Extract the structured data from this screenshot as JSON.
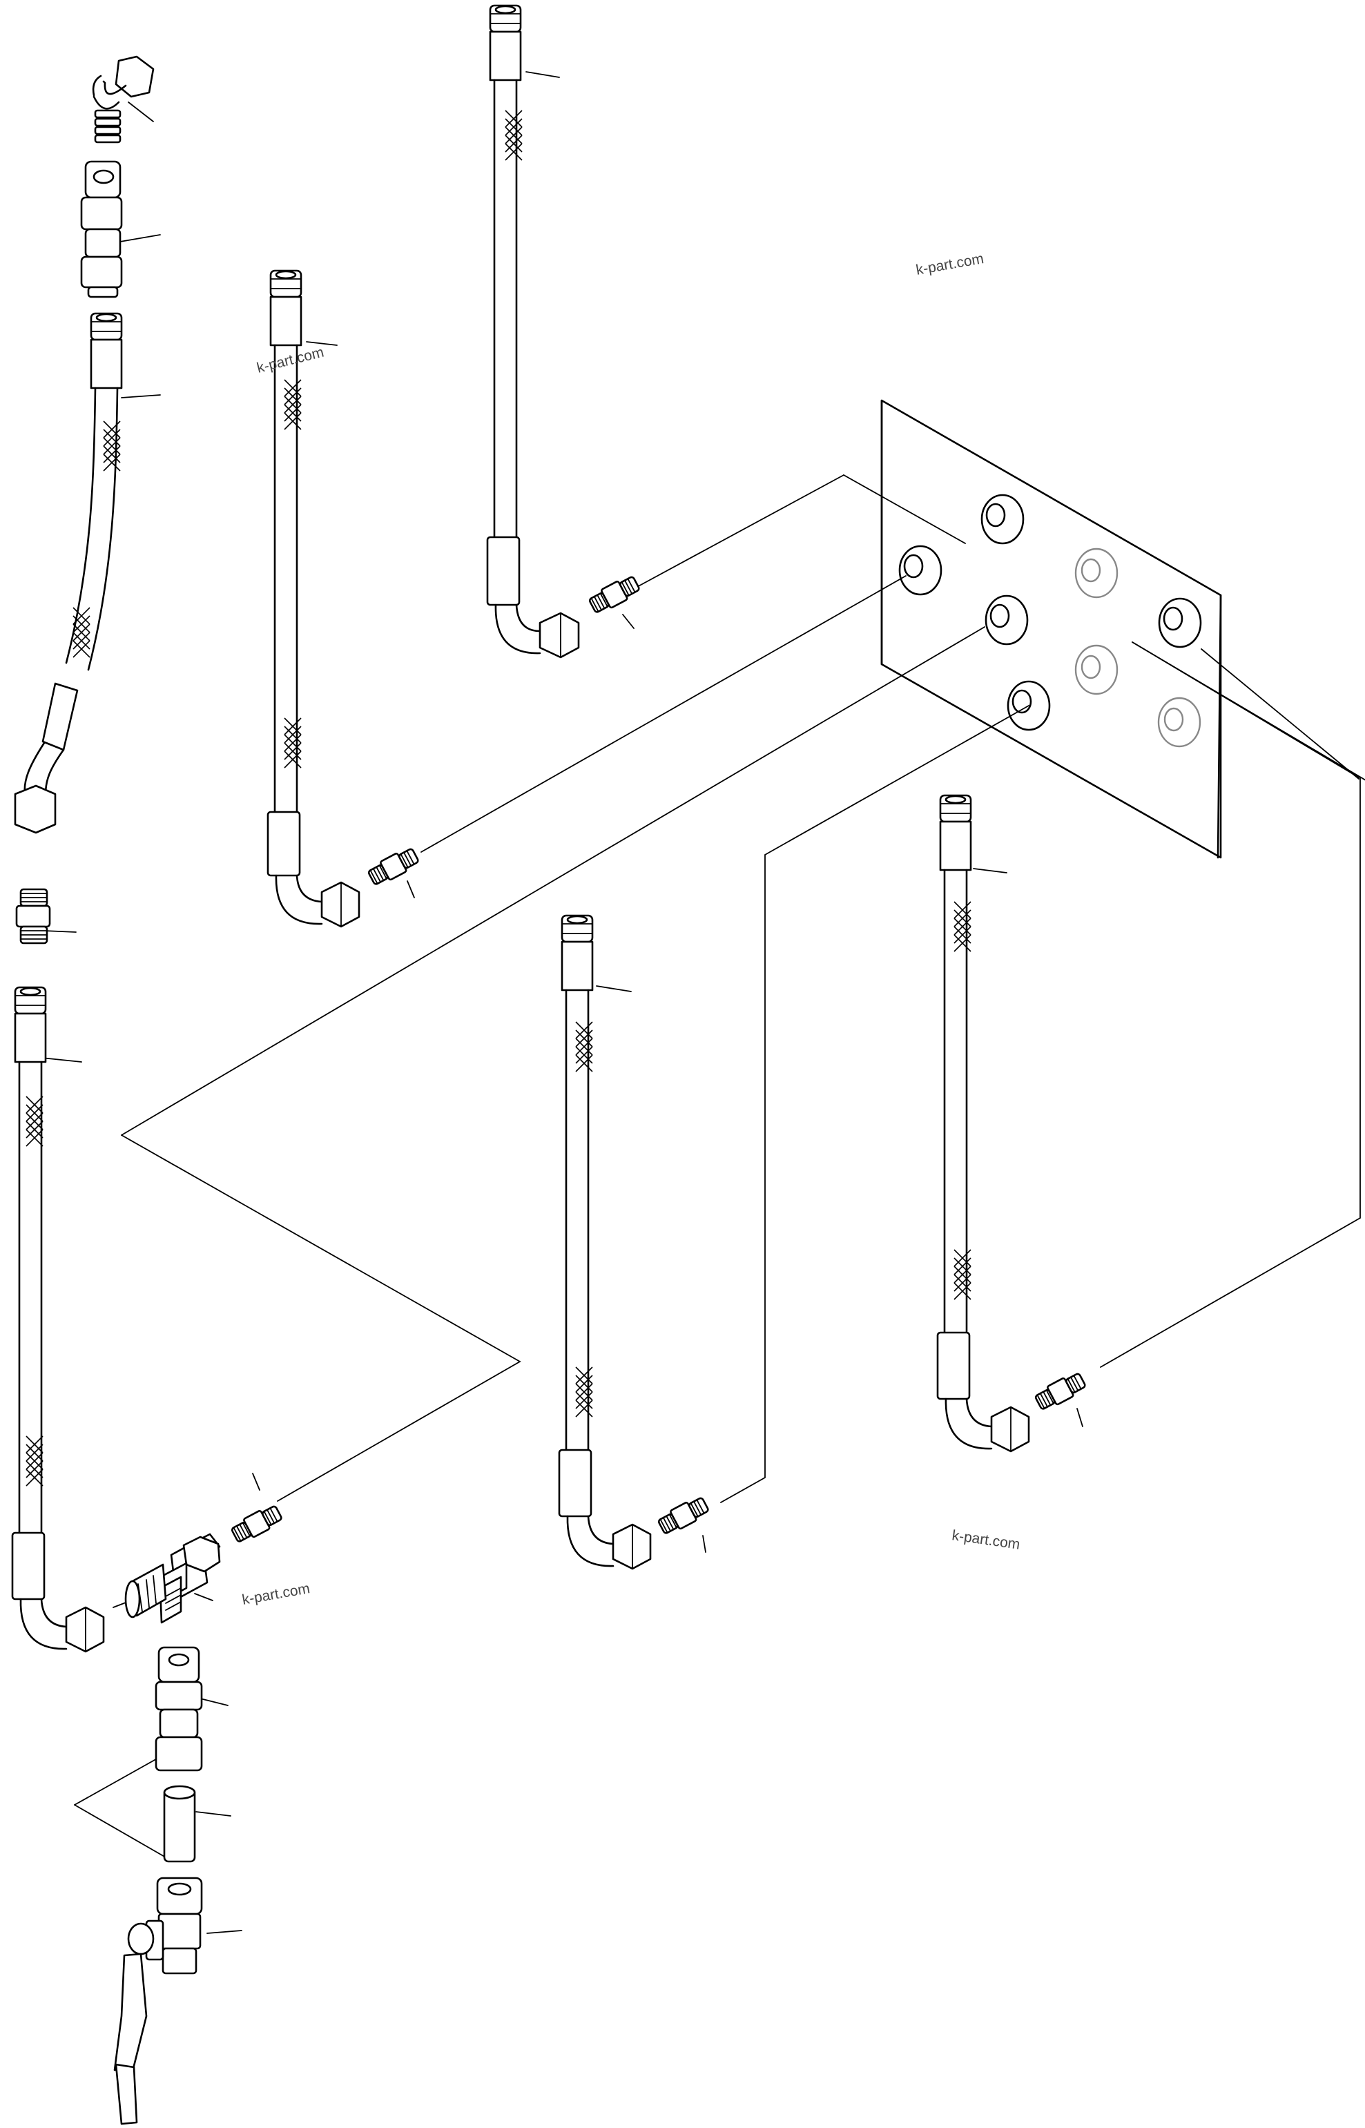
{
  "watermarks": [
    "k-part.com",
    "k-part.com",
    "k-part.com",
    "k-part.com"
  ],
  "colors": {
    "line": "#000000",
    "background": "#ffffff",
    "watermark": "#444444",
    "plug": "#888888"
  }
}
